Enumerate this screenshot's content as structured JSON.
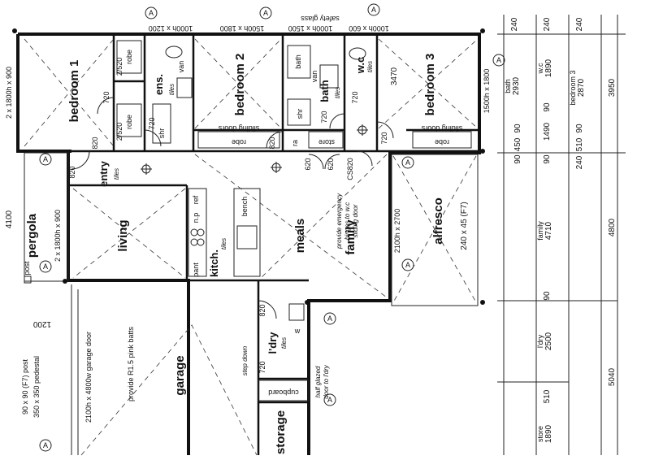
{
  "rooms": {
    "bedroom1": "bedroom 1",
    "ens": "ens.",
    "bedroom2": "bedroom 2",
    "bath": "bath",
    "wc": "w.c",
    "bedroom3": "bedroom 3",
    "entry": "entry",
    "living": "living",
    "kitch": "kitch.",
    "meals": "meals",
    "family": "family",
    "alfresco": "alfresco",
    "ldry": "l'dry",
    "garage": "garage",
    "storage": "storage",
    "pergola": "pergola"
  },
  "fixtures": {
    "robe": "robe",
    "store": "store",
    "cupboard": "cupboard",
    "bench": "bench",
    "pant": "pant",
    "ref": "ref",
    "np": "n.p",
    "shr": "shr",
    "van": "van",
    "bath_fixture": "bath",
    "ra": "ra",
    "post": "post",
    "tiles": "tiles",
    "w": "w"
  },
  "labels": {
    "sliding_doors": "sliding doors",
    "safety_glass": "safety glass",
    "provide_emergency": "provide emergency",
    "hinges_to_wc": "hinges to w.c",
    "sliding_door": "sliding door",
    "pink_batts": "provide R1.5 pink batts",
    "garage_door": "2100h x 4800w garage door",
    "post_spec": "90 x 90 (F7) post",
    "pedestal": "350 x 350 pedestal",
    "step_down": "step down",
    "half_glazed": "half glazed",
    "door_to_ldry": "door to l'dry",
    "beam": "240 x 45 (F7)",
    "section_marker": "A"
  },
  "window_sizes": {
    "w_1800x900_left": "2 x 1800h x 900",
    "w_1800x900_pergola": "2 x 1800h x 900",
    "w_1000x1200": "1000h x 1200",
    "w_1500x1800_top": "1500h x 1800",
    "w_1000x1500": "1000h x 1500",
    "w_1000x600": "1000h x 600",
    "w_1500x1800_right": "1500h x 1800",
    "w_2100x2700": "2100h x 2700"
  },
  "door_sizes": {
    "d720": "720",
    "d820": "820",
    "d620": "620",
    "d2520": "2/520",
    "cs820": "CS820"
  },
  "dims_inner": {
    "d3470": "3470",
    "d4100": "4100",
    "d1200": "1200"
  },
  "dims_right": {
    "top": [
      "240",
      "240",
      "240"
    ],
    "bath_label": "bath",
    "bath_val": "2930",
    "wc_label": "w.c",
    "wc_val": "1890",
    "bed3_label": "bedroom 3",
    "bed3_val": "2870",
    "d90a": "90",
    "d90b": "90",
    "d90c": "90",
    "d90d": "90",
    "d90e": "90",
    "d90f": "90",
    "d450": "450",
    "d1490": "1490",
    "d510a": "510",
    "d240b": "240",
    "family_label": "family",
    "family_val": "4710",
    "ldry_label": "l'dry",
    "ldry_val": "2500",
    "store_label": "store",
    "store_val": "1890",
    "d510b": "510",
    "d3950": "3950",
    "d4800": "4800",
    "d5040": "5040"
  }
}
